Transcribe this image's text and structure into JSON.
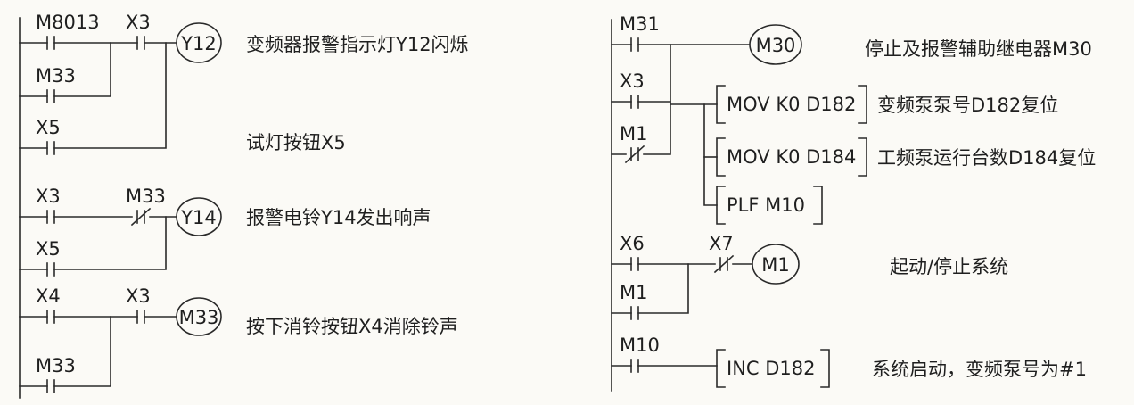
{
  "contacts": {
    "c_m8013": {
      "label": "M8013",
      "type": "NO"
    },
    "c_m33a": {
      "label": "M33",
      "type": "NO"
    },
    "c_x5a": {
      "label": "X5",
      "type": "NO"
    },
    "c_x3a": {
      "label": "X3",
      "type": "NO"
    },
    "c_x3b": {
      "label": "X3",
      "type": "NO"
    },
    "c_x5b": {
      "label": "X5",
      "type": "NO"
    },
    "c_m33b": {
      "label": "M33",
      "type": "NC"
    },
    "c_x4": {
      "label": "X4",
      "type": "NO"
    },
    "c_m33c": {
      "label": "M33",
      "type": "NO"
    },
    "c_x3c": {
      "label": "X3",
      "type": "NO"
    },
    "c_m31": {
      "label": "M31",
      "type": "NO"
    },
    "c_x3d": {
      "label": "X3",
      "type": "NO"
    },
    "c_m1a": {
      "label": "M1",
      "type": "NC"
    },
    "c_x6": {
      "label": "X6",
      "type": "NO"
    },
    "c_m1b": {
      "label": "M1",
      "type": "NO"
    },
    "c_x7": {
      "label": "X7",
      "type": "NC"
    },
    "c_m10": {
      "label": "M10",
      "type": "NO"
    }
  },
  "coils": {
    "coil_y12": "Y12",
    "coil_y14": "Y14",
    "coil_m33": "M33",
    "coil_m30": "M30",
    "coil_m1": "M1"
  },
  "instructions": {
    "box_mov182": "MOV K0 D182",
    "box_mov184": "MOV K0 D184",
    "box_plf": "PLF M10",
    "box_inc": "INC D182"
  },
  "notes": {
    "note_y12": "变频器报警指示灯Y12闪烁",
    "note_x5": "试灯按钮X5",
    "note_y14": "报警电铃Y14发出响声",
    "note_m33": "按下消铃按钮X4消除铃声",
    "note_m30": "停止及报警辅助继电器M30",
    "note_d182": "变频泵泵号D182复位",
    "note_d184": "工频泵运行台数D184复位",
    "note_m1": "起动/停止系统",
    "note_inc": "系统启动，变频泵号为#1"
  }
}
